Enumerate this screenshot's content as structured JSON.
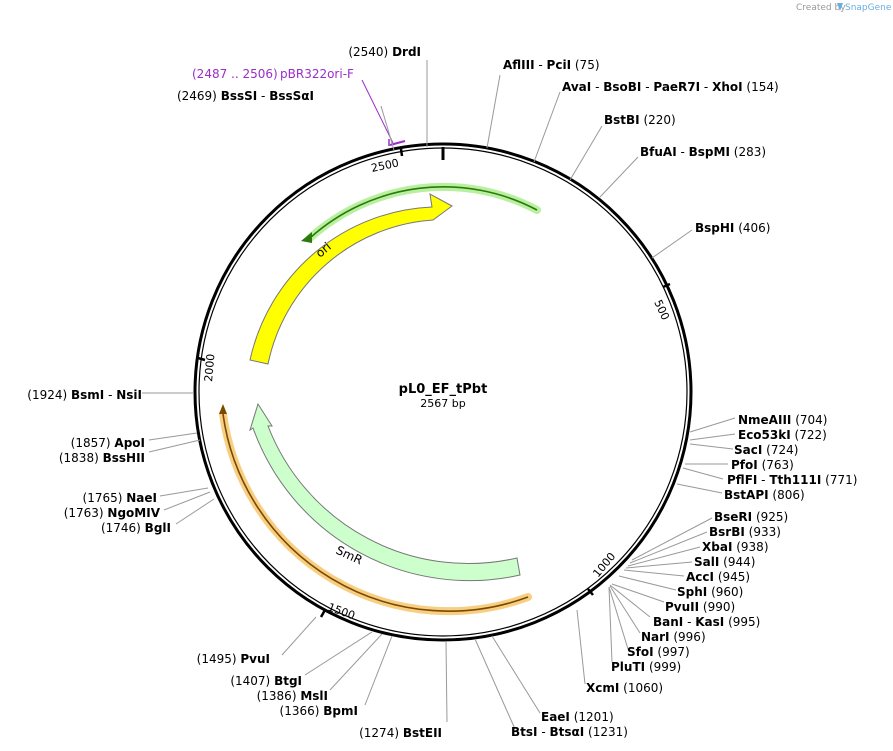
{
  "credit": {
    "text": "Created by",
    "brand": "SnapGene"
  },
  "plasmid": {
    "name": "pL0_EF_tPbt",
    "length_label": "2567 bp",
    "length": 2567
  },
  "ticks": [
    "500",
    "1000",
    "1500",
    "2000",
    "2500"
  ],
  "features": [
    {
      "name": "ori",
      "type": "rep_origin",
      "color": "#ffff00"
    },
    {
      "name": "SmR",
      "type": "CDS",
      "color": "#ccffcc"
    }
  ],
  "primer": {
    "range": "(2487 .. 2506)",
    "name": "pBR322ori-F",
    "color": "#9b2dc9"
  },
  "sites": [
    {
      "enzymes": [
        "DrdI"
      ],
      "pos": "(2540)"
    },
    {
      "enzymes": [
        "BssSI",
        "BssSαI"
      ],
      "pos": "(2469)"
    },
    {
      "enzymes": [
        "AflIII",
        "PciI"
      ],
      "pos": "(75)"
    },
    {
      "enzymes": [
        "AvaI",
        "BsoBI",
        "PaeR7I",
        "XhoI"
      ],
      "pos": "(154)"
    },
    {
      "enzymes": [
        "BstBI"
      ],
      "pos": "(220)"
    },
    {
      "enzymes": [
        "BfuAI",
        "BspMI"
      ],
      "pos": "(283)"
    },
    {
      "enzymes": [
        "BspHI"
      ],
      "pos": "(406)"
    },
    {
      "enzymes": [
        "NmeAIII"
      ],
      "pos": "(704)"
    },
    {
      "enzymes": [
        "Eco53kI"
      ],
      "pos": "(722)"
    },
    {
      "enzymes": [
        "SacI"
      ],
      "pos": "(724)"
    },
    {
      "enzymes": [
        "PfoI"
      ],
      "pos": "(763)"
    },
    {
      "enzymes": [
        "PflFI",
        "Tth111I"
      ],
      "pos": "(771)"
    },
    {
      "enzymes": [
        "BstAPI"
      ],
      "pos": "(806)"
    },
    {
      "enzymes": [
        "BseRI"
      ],
      "pos": "(925)"
    },
    {
      "enzymes": [
        "BsrBI"
      ],
      "pos": "(933)"
    },
    {
      "enzymes": [
        "XbaI"
      ],
      "pos": "(938)"
    },
    {
      "enzymes": [
        "SalI"
      ],
      "pos": "(944)"
    },
    {
      "enzymes": [
        "AccI"
      ],
      "pos": "(945)"
    },
    {
      "enzymes": [
        "SphI"
      ],
      "pos": "(960)"
    },
    {
      "enzymes": [
        "PvuII"
      ],
      "pos": "(990)"
    },
    {
      "enzymes": [
        "BanI",
        "KasI"
      ],
      "pos": "(995)"
    },
    {
      "enzymes": [
        "NarI"
      ],
      "pos": "(996)"
    },
    {
      "enzymes": [
        "SfoI"
      ],
      "pos": "(997)"
    },
    {
      "enzymes": [
        "PluTI"
      ],
      "pos": "(999)"
    },
    {
      "enzymes": [
        "XcmI"
      ],
      "pos": "(1060)"
    },
    {
      "enzymes": [
        "EaeI"
      ],
      "pos": "(1201)"
    },
    {
      "enzymes": [
        "BtsI",
        "BtsαI"
      ],
      "pos": "(1231)"
    },
    {
      "enzymes": [
        "BstEII"
      ],
      "pos": "(1274)"
    },
    {
      "enzymes": [
        "BpmI"
      ],
      "pos": "(1366)"
    },
    {
      "enzymes": [
        "MslI"
      ],
      "pos": "(1386)"
    },
    {
      "enzymes": [
        "BtgI"
      ],
      "pos": "(1407)"
    },
    {
      "enzymes": [
        "PvuI"
      ],
      "pos": "(1495)"
    },
    {
      "enzymes": [
        "BglI"
      ],
      "pos": "(1746)"
    },
    {
      "enzymes": [
        "NgoMIV"
      ],
      "pos": "(1763)"
    },
    {
      "enzymes": [
        "NaeI"
      ],
      "pos": "(1765)"
    },
    {
      "enzymes": [
        "BssHII"
      ],
      "pos": "(1838)"
    },
    {
      "enzymes": [
        "ApoI"
      ],
      "pos": "(1857)"
    },
    {
      "enzymes": [
        "BsmI",
        "NsiI"
      ],
      "pos": "(1924)"
    }
  ]
}
